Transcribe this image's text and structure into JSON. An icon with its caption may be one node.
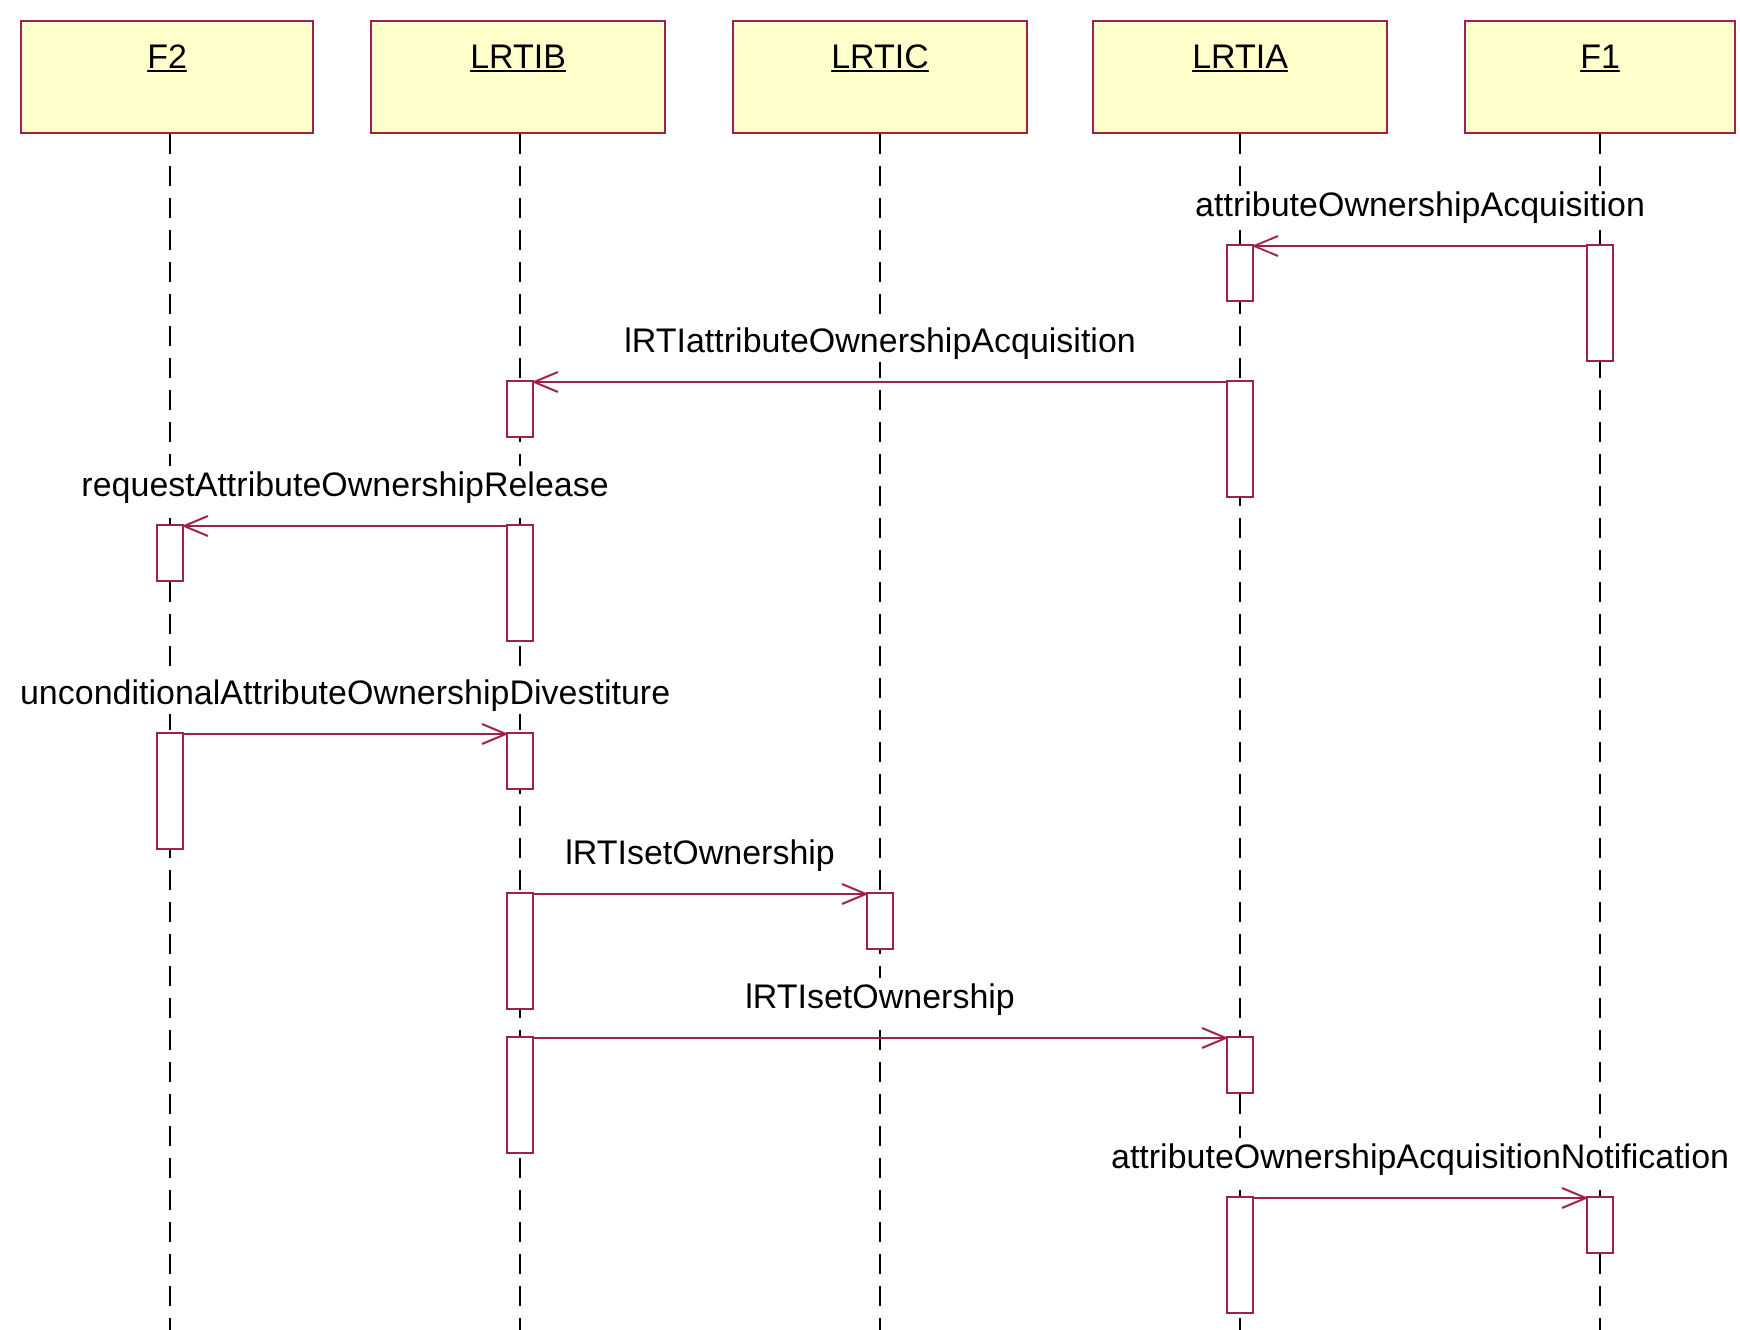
{
  "diagram": {
    "nodes": [
      {
        "text": [
          "F2"
        ]
      },
      {
        "text": [
          "LRTIB"
        ]
      },
      {
        "text": [
          "LRTIC"
        ]
      },
      {
        "text": [
          "LRTIA"
        ]
      },
      {
        "text": [
          "F1"
        ]
      },
      {
        "text": [],
        "shape": "bar"
      },
      {
        "text": [],
        "shape": "bar"
      },
      {
        "text": [],
        "shape": "bar"
      },
      {
        "text": [],
        "shape": "bar"
      },
      {
        "text": [],
        "shape": "bar"
      },
      {
        "text": [],
        "shape": "bar"
      },
      {
        "text": [],
        "shape": "bar"
      },
      {
        "text": [],
        "shape": "bar"
      },
      {
        "text": [],
        "shape": "bar"
      },
      {
        "text": [],
        "shape": "bar"
      },
      {
        "text": [],
        "shape": "bar"
      },
      {
        "text": [],
        "shape": "bar"
      },
      {
        "text": [],
        "shape": "bar"
      },
      {
        "text": [],
        "shape": "bar"
      }
    ],
    "edges": [
      {
        "from": 6,
        "to": 5,
        "arrow": "to",
        "label": "attributeOwnershipAcquisition"
      },
      {
        "from": 8,
        "to": 7,
        "arrow": "to",
        "label": "lRTIattributeOwnershipAcquisition"
      },
      {
        "from": 10,
        "to": 9,
        "arrow": "to",
        "label": "requestAttributeOwnershipRelease"
      },
      {
        "from": 11,
        "to": 12,
        "arrow": "to",
        "label": "unconditionalAttributeOwnershipDivestiture"
      },
      {
        "from": 13,
        "to": 14,
        "arrow": "to",
        "label": "lRTIsetOwnership"
      },
      {
        "from": 15,
        "to": 16,
        "arrow": "to",
        "label": "lRTIsetOwnership"
      },
      {
        "from": 17,
        "to": 18,
        "arrow": "to",
        "label": "attributeOwnershipAcquisitionNotification"
      }
    ]
  }
}
